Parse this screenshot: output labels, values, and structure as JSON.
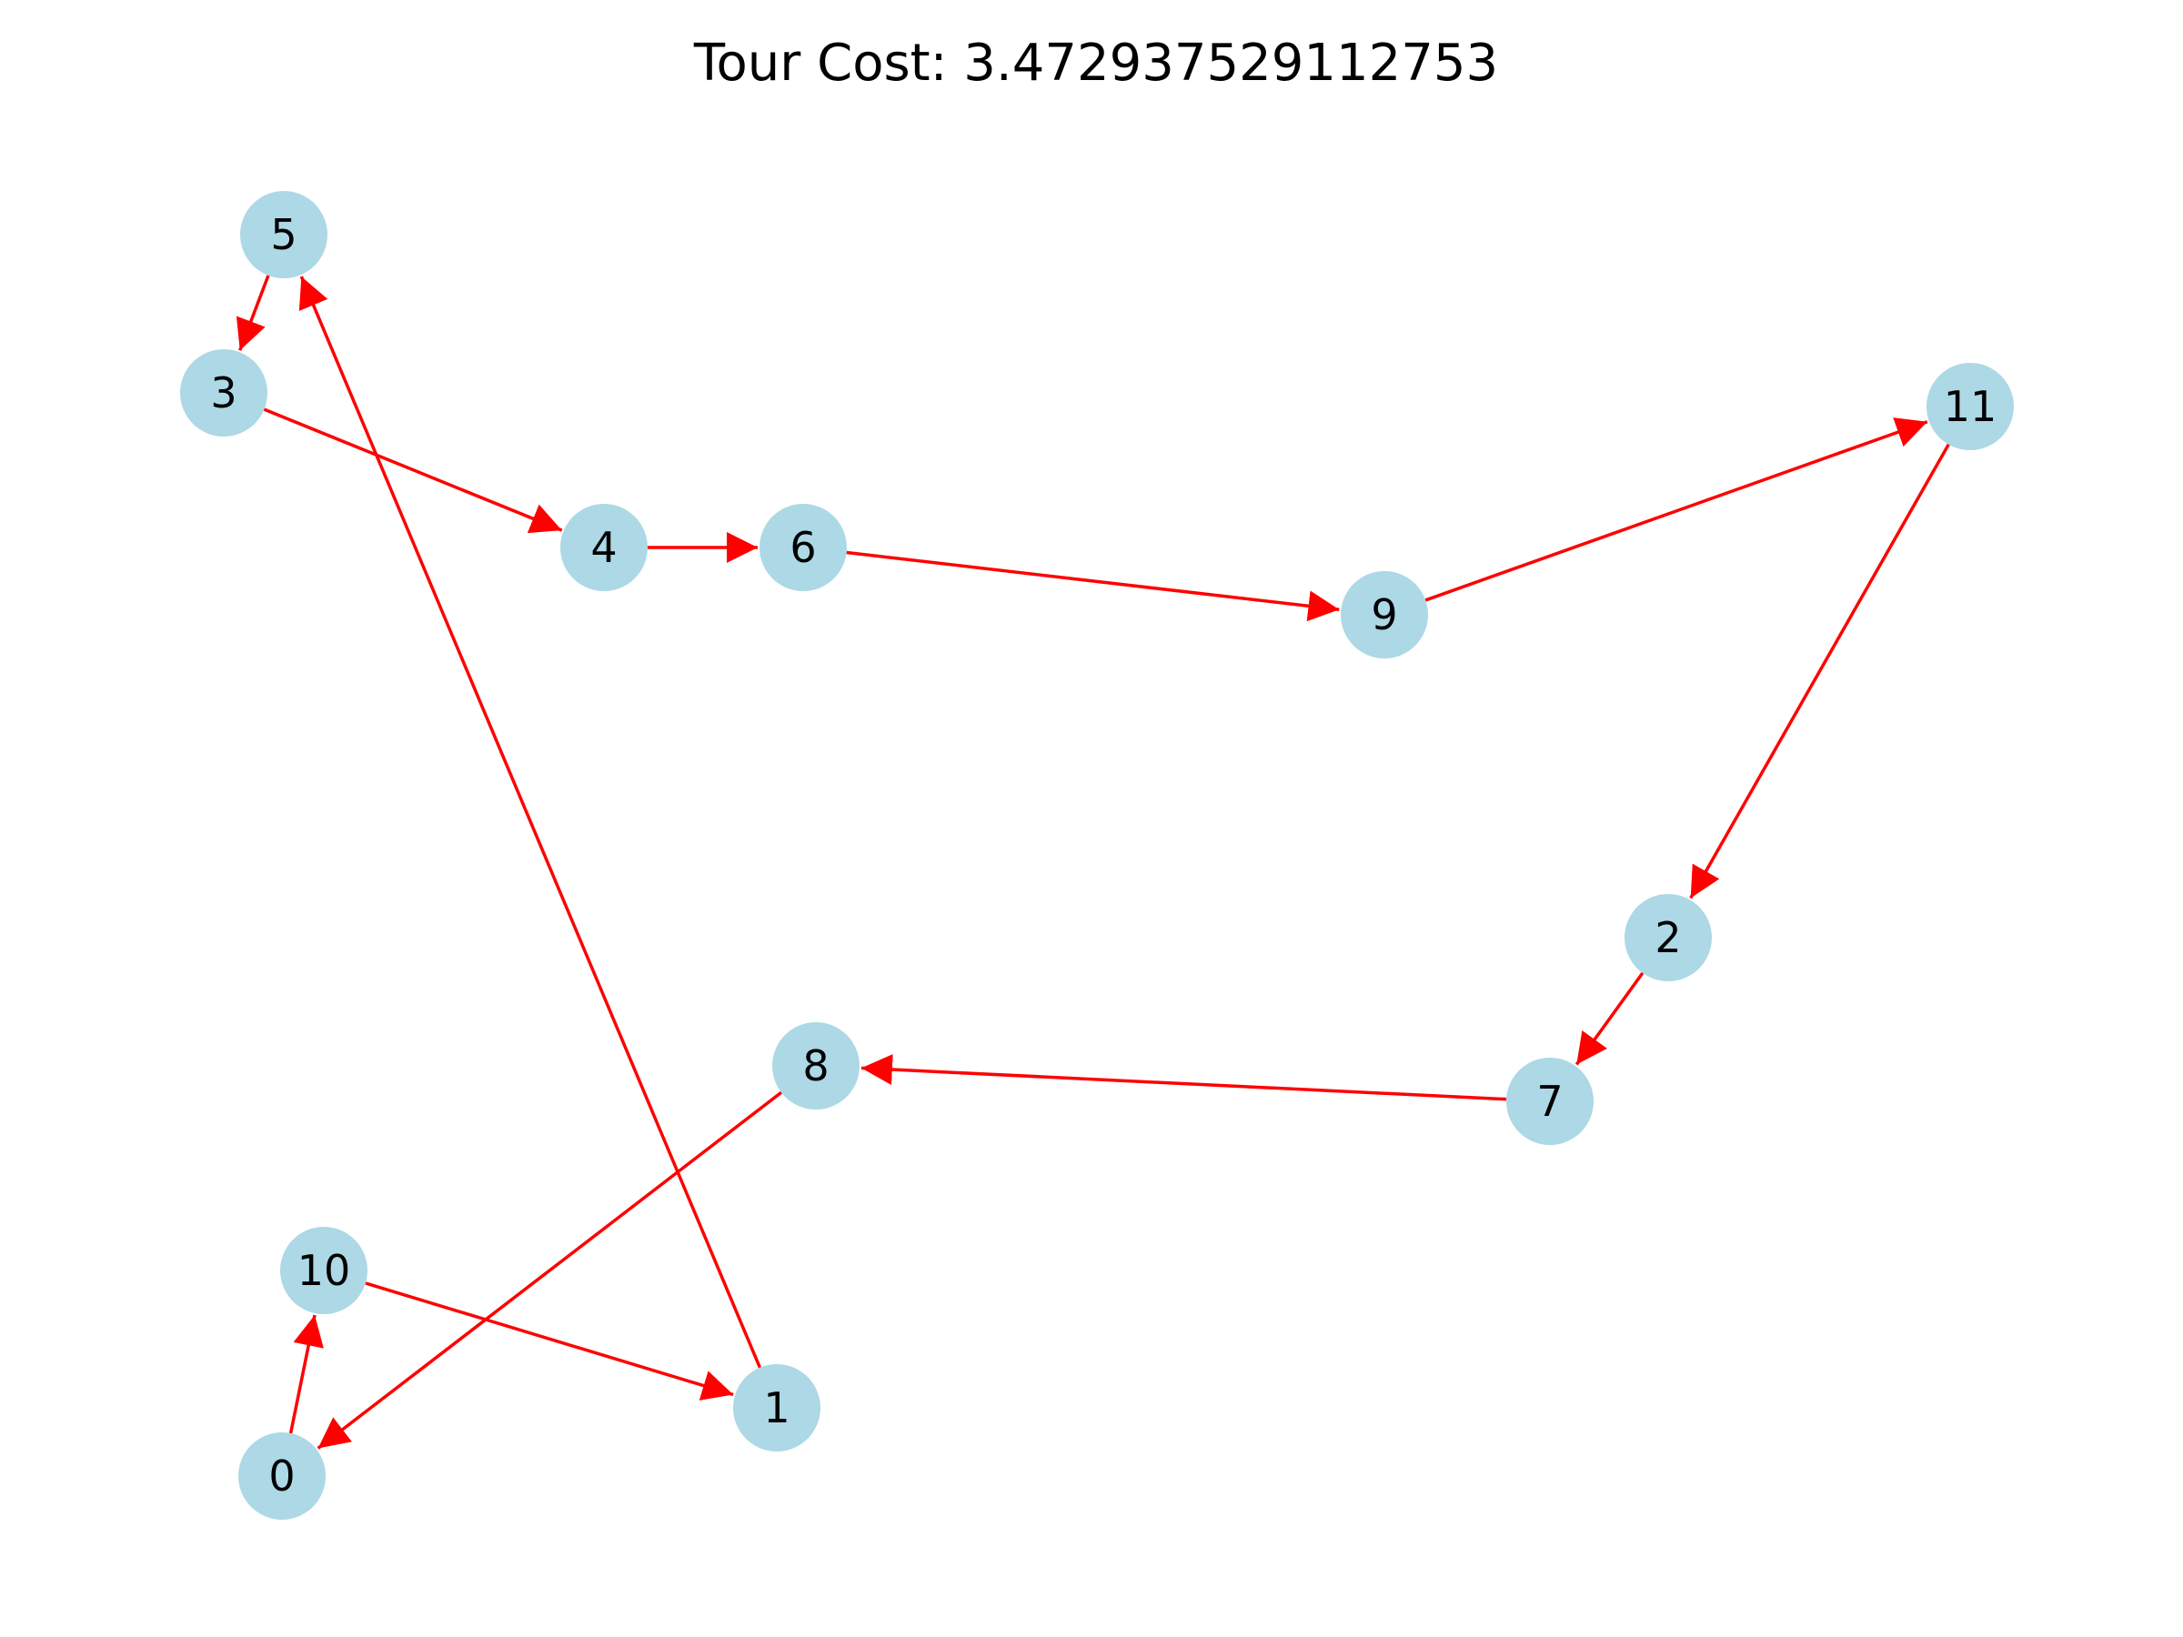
{
  "title": "Tour Cost: 3.472937529112753",
  "colors": {
    "node_fill": "#add8e6",
    "edge": "#ff0000",
    "label": "#000000",
    "background": "#ffffff"
  },
  "nodes": [
    {
      "id": "0",
      "label": "0"
    },
    {
      "id": "1",
      "label": "1"
    },
    {
      "id": "2",
      "label": "2"
    },
    {
      "id": "3",
      "label": "3"
    },
    {
      "id": "4",
      "label": "4"
    },
    {
      "id": "5",
      "label": "5"
    },
    {
      "id": "6",
      "label": "6"
    },
    {
      "id": "7",
      "label": "7"
    },
    {
      "id": "8",
      "label": "8"
    },
    {
      "id": "9",
      "label": "9"
    },
    {
      "id": "10",
      "label": "10"
    },
    {
      "id": "11",
      "label": "11"
    }
  ],
  "edges": [
    {
      "from": "0",
      "to": "10"
    },
    {
      "from": "10",
      "to": "1"
    },
    {
      "from": "1",
      "to": "5"
    },
    {
      "from": "5",
      "to": "3"
    },
    {
      "from": "3",
      "to": "4"
    },
    {
      "from": "4",
      "to": "6"
    },
    {
      "from": "6",
      "to": "9"
    },
    {
      "from": "9",
      "to": "11"
    },
    {
      "from": "11",
      "to": "2"
    },
    {
      "from": "2",
      "to": "7"
    },
    {
      "from": "7",
      "to": "8"
    },
    {
      "from": "8",
      "to": "0"
    }
  ]
}
